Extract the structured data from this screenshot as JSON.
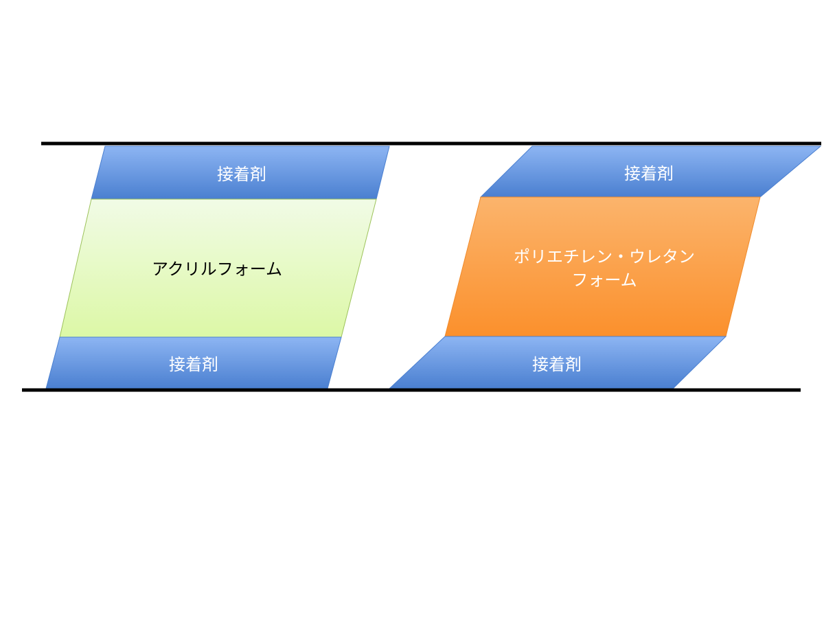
{
  "colors": {
    "adhesive_light": "#8db5f3",
    "adhesive_dark": "#4a7fd0",
    "acrylic_light": "#f1fbe6",
    "acrylic_dark": "#dcf8a6",
    "pe_light": "#fbb46c",
    "pe_dark": "#fb902c",
    "line": "#000000"
  },
  "left": {
    "top_adhesive": "接着剤",
    "foam": "アクリルフォーム",
    "bottom_adhesive": "接着剤"
  },
  "right": {
    "top_adhesive": "接着剤",
    "foam_line1": "ポリエチレン・ウレタン",
    "foam_line2": "フォーム",
    "bottom_adhesive": "接着剤"
  }
}
